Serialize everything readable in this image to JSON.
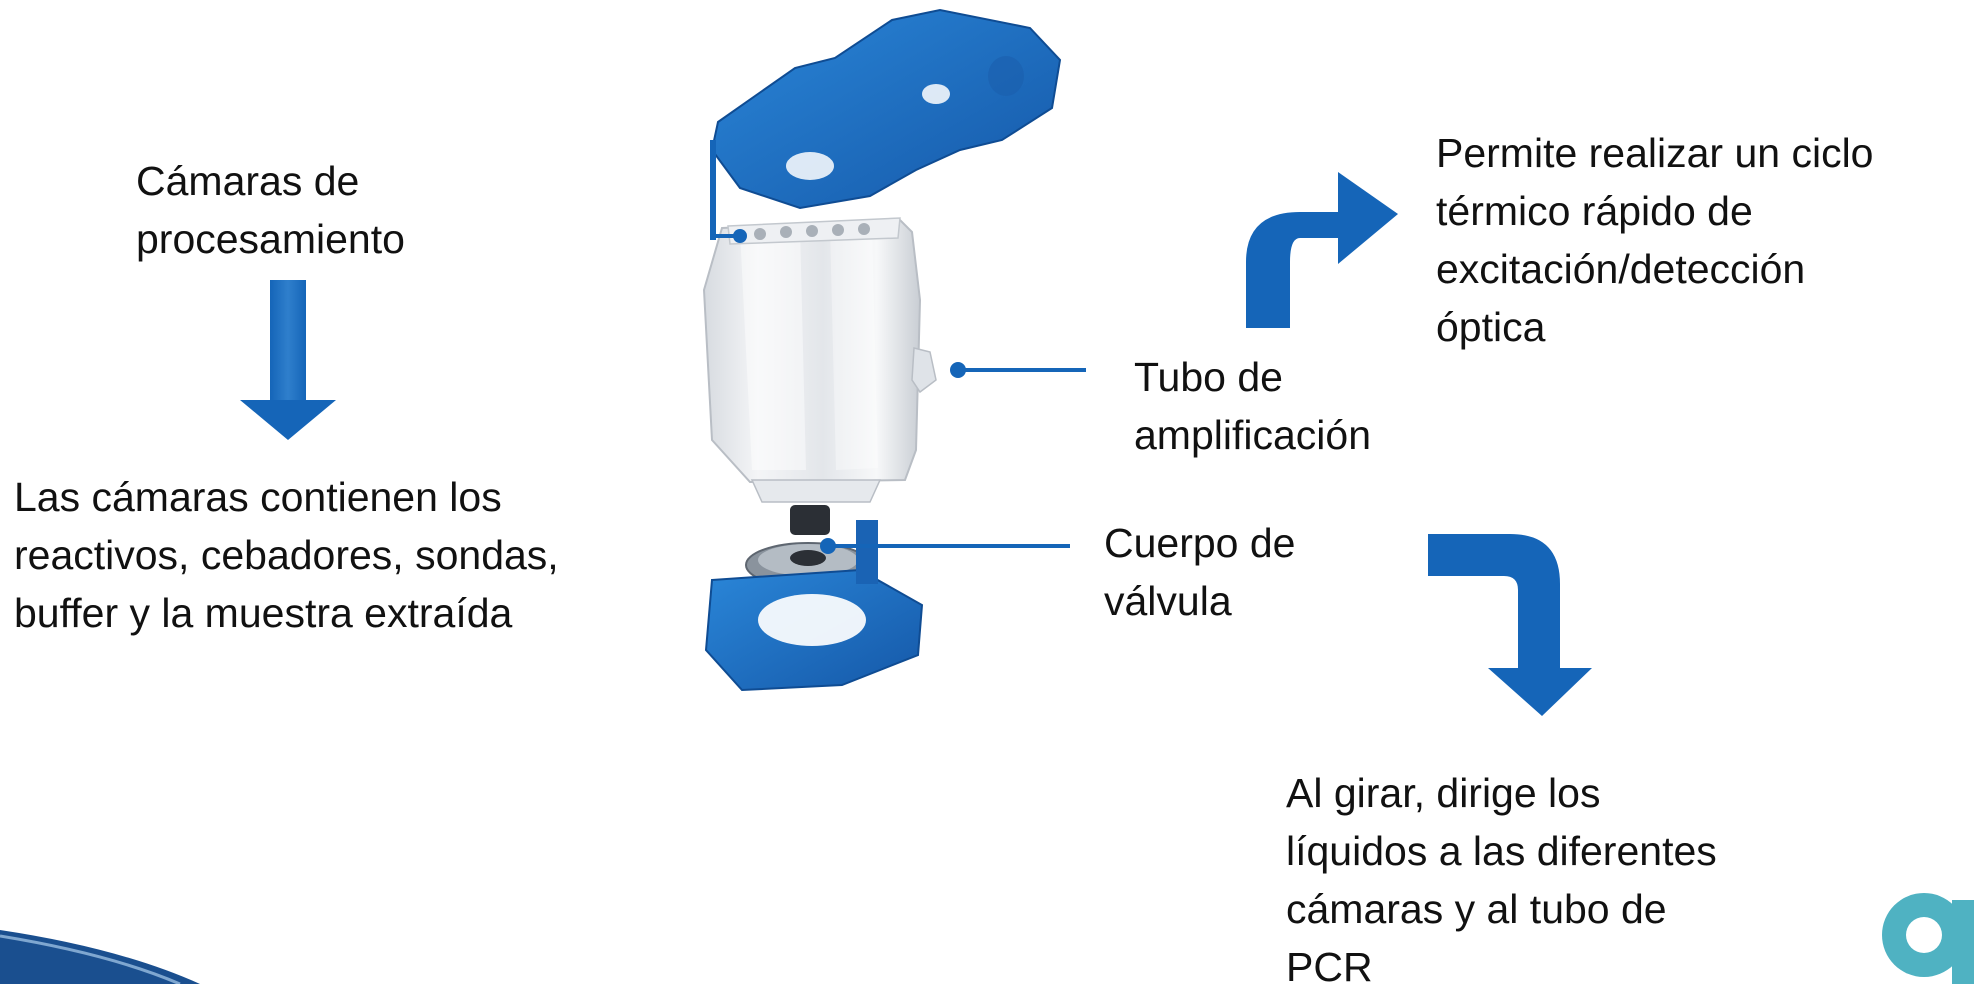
{
  "colors": {
    "accent_blue": "#1565b8",
    "accent_blue_light": "#2a86d8",
    "text": "#111111",
    "leader_line": "#1565b8"
  },
  "labels": {
    "processing_chambers": [
      "Cámaras de",
      "procesamiento"
    ],
    "chambers_contain": [
      "Las cámaras contienen los",
      "reactivos, cebadores, sondas,",
      "buffer y la muestra extraída"
    ],
    "thermal_cycle": [
      "Permite realizar un ciclo",
      "térmico rápido de",
      "excitación/detección",
      "óptica"
    ],
    "amplification_tube": [
      "Tubo de",
      "amplificación"
    ],
    "valve_body": [
      "Cuerpo de",
      "válvula"
    ],
    "rotation": [
      "Al girar, dirige los",
      "líquidos a las diferentes",
      "cámaras y al tubo de",
      "PCR"
    ]
  },
  "icons": {
    "down_arrow": "arrow-down-icon",
    "curved_up_right_arrow": "curved-arrow-up-right-icon",
    "curved_right_down_arrow": "curved-arrow-right-down-icon",
    "logo": "logo-fragment",
    "corner_decoration": "corner-swoosh"
  }
}
